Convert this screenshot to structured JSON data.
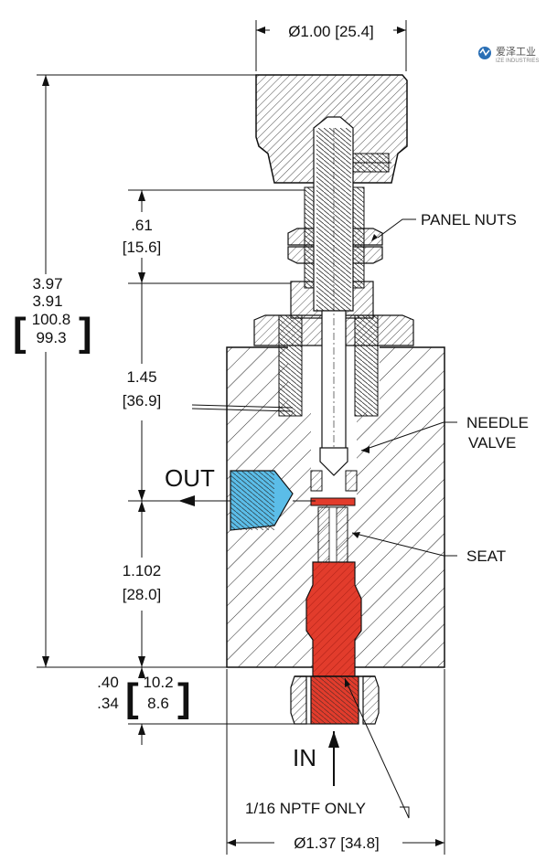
{
  "logo": {
    "text_cn": "爱泽工业",
    "text_en": "IZE INDUSTRIES",
    "color": "#2a6fb5"
  },
  "dimensions": {
    "top_diameter": "Ø1.00 [25.4]",
    "bottom_diameter": "Ø1.37 [34.8]",
    "overall_max": "3.97",
    "overall_min": "3.91",
    "overall_max_mm": "100.8",
    "overall_min_mm": "99.3",
    "panel_thickness": ".61",
    "panel_thickness_mm": "[15.6]",
    "outlet_to_panel": "1.45",
    "outlet_to_panel_mm": "[36.9]",
    "inlet_to_outlet": "1.102",
    "inlet_to_outlet_mm": "[28.0]",
    "port_max": ".40",
    "port_min": ".34",
    "port_max_mm": "10.2",
    "port_min_mm": "8.6"
  },
  "labels": {
    "panel_nuts": "PANEL NUTS",
    "needle": "NEEDLE",
    "valve": "VALVE",
    "seat": "SEAT",
    "out": "OUT",
    "in": "IN",
    "nptf": "1/16 NPTF ONLY"
  },
  "colors": {
    "inlet_red": "#e23c2c",
    "outlet_blue": "#5bbde8",
    "hatch": "#222222"
  }
}
